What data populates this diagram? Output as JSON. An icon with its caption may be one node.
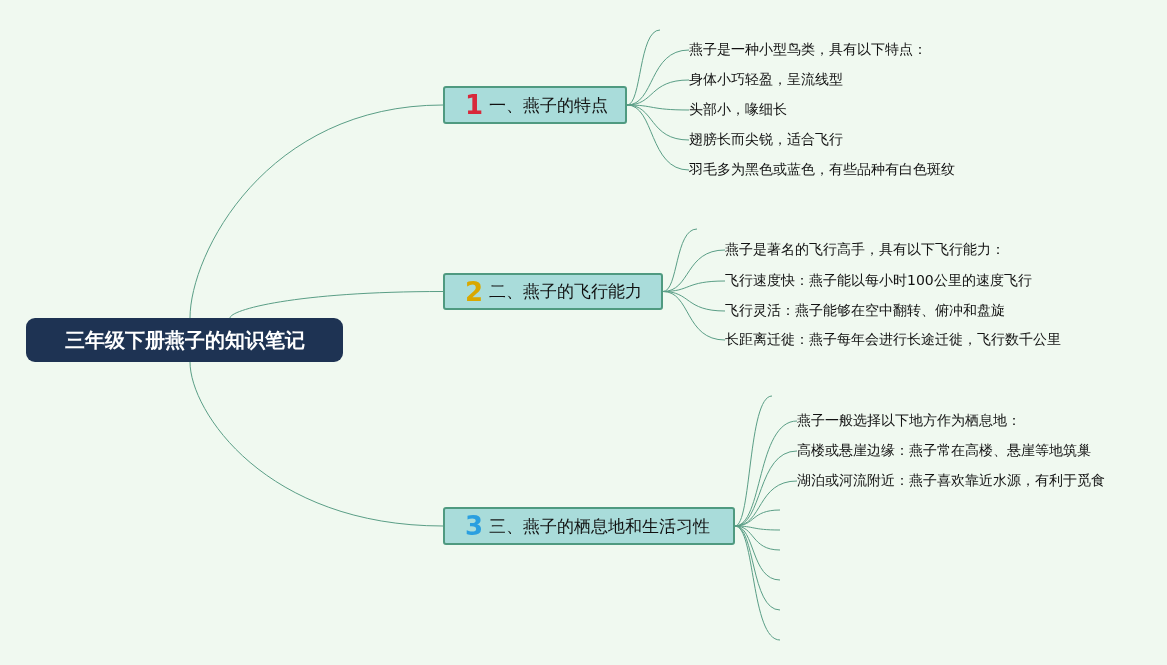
{
  "diagram": {
    "nodes": [
      {
        "text": [
          "三年级下册燕子的知识笔记"
        ]
      },
      {
        "text": [
          "1",
          "一、燕子的特点"
        ]
      },
      {
        "text": [
          "燕子是一种小型鸟类，具有以下特点："
        ]
      },
      {
        "text": [
          "身体小巧轻盈，呈流线型"
        ]
      },
      {
        "text": [
          "头部小，喙细长"
        ]
      },
      {
        "text": [
          "翅膀长而尖锐，适合飞行"
        ]
      },
      {
        "text": [
          "羽毛多为黑色或蓝色，有些品种有白色斑纹"
        ]
      },
      {
        "text": [
          "2",
          "二、燕子的飞行能力"
        ]
      },
      {
        "text": [
          "燕子是著名的飞行高手，具有以下飞行能力："
        ]
      },
      {
        "text": [
          "飞行速度快：燕子能以每小时100公里的速度飞行"
        ]
      },
      {
        "text": [
          "飞行灵活：燕子能够在空中翻转、俯冲和盘旋"
        ]
      },
      {
        "text": [
          "长距离迁徙：燕子每年会进行长途迁徙，飞行数千公里"
        ]
      },
      {
        "text": [
          "3",
          "三、燕子的栖息地和生活习性"
        ]
      },
      {
        "text": [
          "燕子一般选择以下地方作为栖息地："
        ]
      },
      {
        "text": [
          "高楼或悬崖边缘：燕子常在高楼、悬崖等地筑巢"
        ]
      },
      {
        "text": [
          "湖泊或河流附近：燕子喜欢靠近水源，有利于觅食"
        ]
      }
    ],
    "edges": [
      {
        "from": 0,
        "to": 1,
        "arrow": "none"
      },
      {
        "from": 1,
        "to": null,
        "arrow": "none"
      },
      {
        "from": 1,
        "to": 2,
        "arrow": "none"
      },
      {
        "from": 1,
        "to": 3,
        "arrow": "none"
      },
      {
        "from": 1,
        "to": 4,
        "arrow": "none"
      },
      {
        "from": 1,
        "to": 5,
        "arrow": "none"
      },
      {
        "from": 1,
        "to": 6,
        "arrow": "none"
      },
      {
        "from": 0,
        "to": 7,
        "arrow": "none"
      },
      {
        "from": 7,
        "to": null,
        "arrow": "none"
      },
      {
        "from": 7,
        "to": 8,
        "arrow": "none"
      },
      {
        "from": 7,
        "to": 9,
        "arrow": "none"
      },
      {
        "from": 7,
        "to": 10,
        "arrow": "none"
      },
      {
        "from": 7,
        "to": 11,
        "arrow": "none"
      },
      {
        "from": 0,
        "to": 12,
        "arrow": "none"
      },
      {
        "from": 12,
        "to": null,
        "arrow": "none"
      },
      {
        "from": 12,
        "to": 13,
        "arrow": "none"
      },
      {
        "from": 12,
        "to": 14,
        "arrow": "none"
      },
      {
        "from": 12,
        "to": 15,
        "arrow": "none"
      },
      {
        "from": 12,
        "to": null,
        "arrow": "none"
      },
      {
        "from": 12,
        "to": null,
        "arrow": "none"
      },
      {
        "from": 12,
        "to": null,
        "arrow": "none"
      },
      {
        "from": 12,
        "to": null,
        "arrow": "none"
      },
      {
        "from": 12,
        "to": null,
        "arrow": "none"
      },
      {
        "from": 12,
        "to": null,
        "arrow": "none"
      }
    ]
  }
}
